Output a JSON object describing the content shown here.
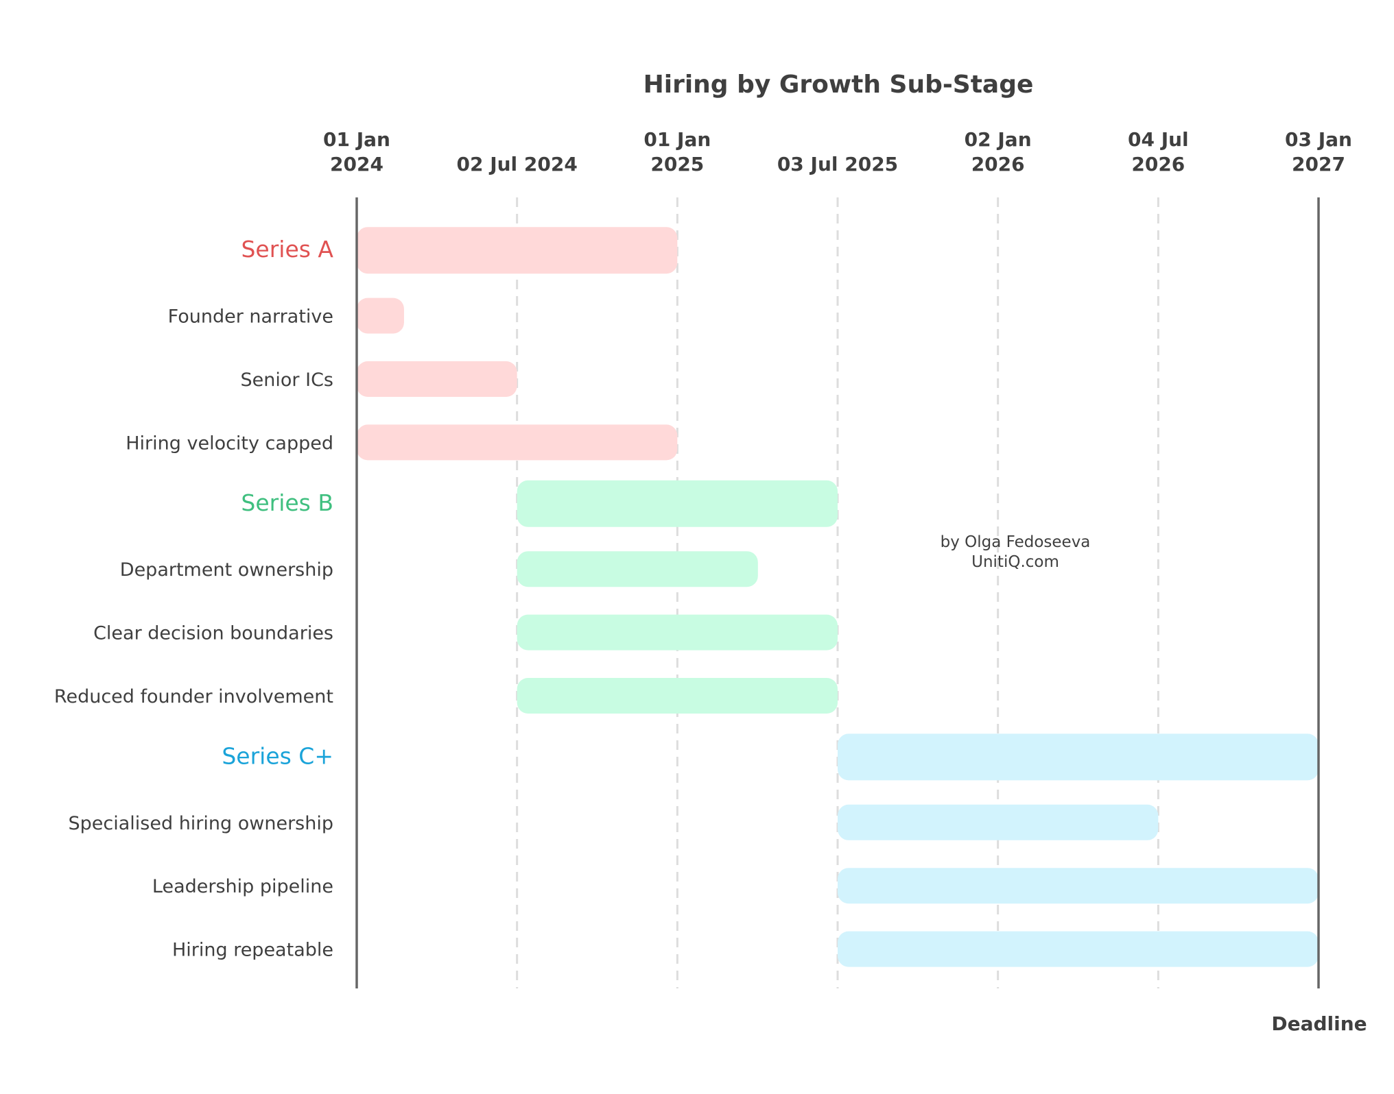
{
  "chart_data": {
    "type": "gantt",
    "title": "Hiring by Growth Sub-Stage",
    "x_axis": {
      "type": "date",
      "range": [
        "2024-01-01",
        "2027-01-03"
      ],
      "position": "top",
      "ticks": [
        {
          "date": "2024-01-01",
          "label": [
            "01 Jan",
            "2024"
          ]
        },
        {
          "date": "2024-07-02",
          "label": [
            "02 Jul 2024"
          ]
        },
        {
          "date": "2025-01-01",
          "label": [
            "01 Jan",
            "2025"
          ]
        },
        {
          "date": "2025-07-03",
          "label": [
            "03 Jul 2025"
          ]
        },
        {
          "date": "2026-01-02",
          "label": [
            "02 Jan",
            "2026"
          ]
        },
        {
          "date": "2026-07-04",
          "label": [
            "04 Jul",
            "2026"
          ]
        },
        {
          "date": "2027-01-03",
          "label": [
            "03 Jan",
            "2027"
          ]
        }
      ],
      "grid": "dashed vertical"
    },
    "groups": [
      {
        "name": "Series A",
        "color": "#e05252",
        "bar_color": "#ffd9d9",
        "start": "2024-01-01",
        "end": "2025-01-01",
        "tasks": [
          {
            "name": "Founder narrative",
            "start": "2024-01-01",
            "end": "2024-02-24"
          },
          {
            "name": "Senior ICs",
            "start": "2024-01-01",
            "end": "2024-07-02"
          },
          {
            "name": "Hiring velocity capped",
            "start": "2024-01-01",
            "end": "2025-01-01"
          }
        ]
      },
      {
        "name": "Series B",
        "color": "#3fbf7f",
        "bar_color": "#c8fce2",
        "start": "2024-07-02",
        "end": "2025-07-03",
        "tasks": [
          {
            "name": "Department ownership",
            "start": "2024-07-02",
            "end": "2025-04-03"
          },
          {
            "name": "Clear decision boundaries",
            "start": "2024-07-02",
            "end": "2025-07-03"
          },
          {
            "name": "Reduced founder involvement",
            "start": "2024-07-02",
            "end": "2025-07-03"
          }
        ]
      },
      {
        "name": "Series C+",
        "color": "#1aa3d9",
        "bar_color": "#d2f3fd",
        "start": "2025-07-03",
        "end": "2027-01-03",
        "tasks": [
          {
            "name": "Specialised hiring ownership",
            "start": "2025-07-03",
            "end": "2026-07-04"
          },
          {
            "name": "Leadership pipeline",
            "start": "2025-07-03",
            "end": "2027-01-03"
          },
          {
            "name": "Hiring repeatable",
            "start": "2025-07-03",
            "end": "2027-01-03"
          }
        ]
      }
    ],
    "markers": [
      {
        "date": "2027-01-03",
        "label": "Deadline"
      }
    ],
    "annotation": [
      "by Olga Fedoseeva",
      "UnitiQ.com"
    ]
  }
}
